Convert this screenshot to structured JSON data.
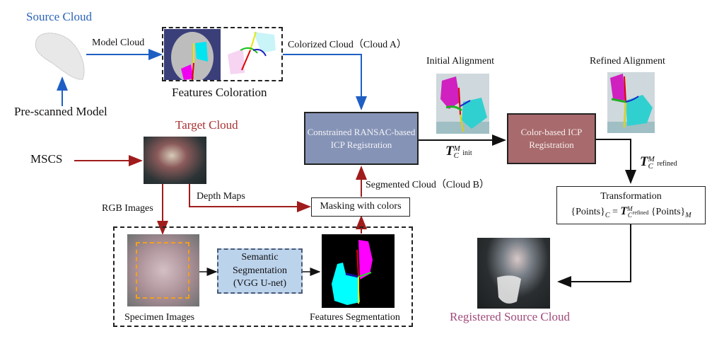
{
  "source": {
    "title": "Source Cloud",
    "pre_scanned": "Pre-scanned Model",
    "model_cloud": "Model Cloud"
  },
  "coloration": {
    "caption": "Features Coloration",
    "output": "Colorized Cloud（Cloud A）"
  },
  "target": {
    "title": "Target Cloud",
    "mscs": "MSCS",
    "rgb": "RGB Images",
    "depth": "Depth Maps"
  },
  "segmentation": {
    "specimen_caption": "Specimen Images",
    "semantic_line1": "Semantic",
    "semantic_line2": "Segmentation",
    "semantic_line3": "(VGG U-net)",
    "features_caption": "Features Segmentation",
    "masking": "Masking with colors",
    "segmented": "Segmented Cloud（Cloud B）"
  },
  "registration": {
    "ransac_line1": "Constrained RANSAC-based",
    "ransac_line2": "ICP Registration",
    "initial_title": "Initial Alignment",
    "t_init": {
      "T": "T",
      "sup": "M",
      "sub": "C",
      "suffix": "init"
    },
    "icp_line1": "Color-based ICP",
    "icp_line2": "Registration",
    "refined_title": "Refined Alignment",
    "t_refined": {
      "T": "T",
      "sup": "M",
      "sub": "C",
      "suffix": "refined"
    }
  },
  "transformation": {
    "title": "Transformation",
    "lhs": "{Points}",
    "lhs_sub": "C",
    "eq": "=",
    "T": "T",
    "T_sup": "M",
    "T_sub": "C",
    "T_suffix": "refined",
    "rhs": "{Points}",
    "rhs_sub": "M"
  },
  "result": {
    "caption": "Registered Source Cloud"
  },
  "colors": {
    "blue_flow": "#1f5fc4",
    "red_flow": "#a01c1c",
    "black_flow": "#111111",
    "ransac_box": "#8593b6",
    "icp_box": "#a86a6c",
    "seg_box": "#bcd3ec"
  }
}
